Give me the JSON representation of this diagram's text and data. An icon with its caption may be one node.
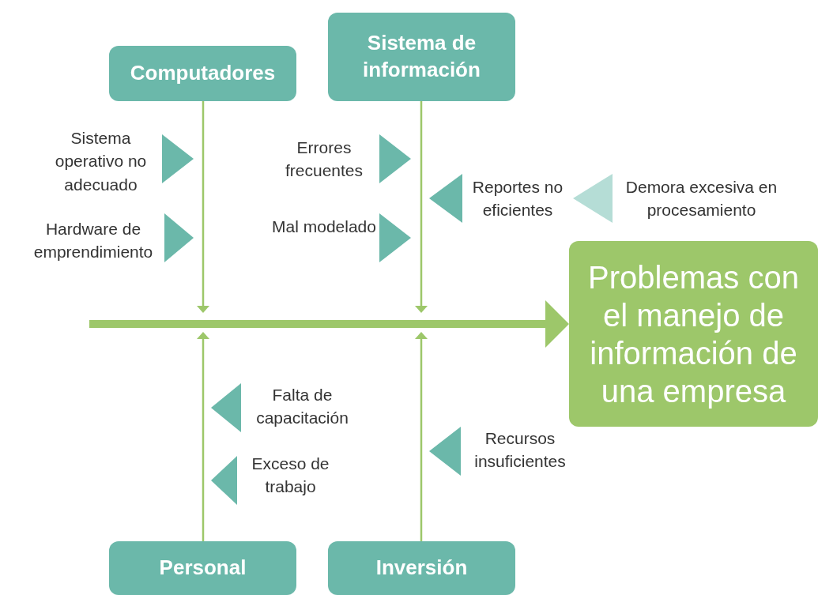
{
  "diagram": {
    "nodes": [
      {
        "text": [
          "Computadores"
        ]
      },
      {
        "text": [
          "Sistema de información"
        ]
      },
      {
        "text": [
          "Personal"
        ]
      },
      {
        "text": [
          "Inversión"
        ]
      },
      {
        "text": [
          "Problemas con el manejo de información de una empresa"
        ]
      },
      {
        "text": [
          "Sistema operativo no adecuado"
        ]
      },
      {
        "text": [
          "Hardware de emprendimiento"
        ]
      },
      {
        "text": [
          "Errores frecuentes"
        ]
      },
      {
        "text": [
          "Mal modelado"
        ]
      },
      {
        "text": [
          "Reportes no eficientes"
        ]
      },
      {
        "text": [
          "Demora excesiva en procesamiento"
        ]
      },
      {
        "text": [
          "Falta de capacitación"
        ]
      },
      {
        "text": [
          "Exceso de trabajo"
        ]
      },
      {
        "text": [
          "Recursos insuficientes"
        ]
      }
    ],
    "edges": [
      {
        "from": null,
        "to": 4,
        "arrow": "to",
        "style": "thick",
        "color": "#9dc76a"
      },
      {
        "from": 0,
        "to": null,
        "arrow": "to",
        "color": "#9dc76a"
      },
      {
        "from": 1,
        "to": null,
        "arrow": "to",
        "color": "#9dc76a"
      },
      {
        "from": 2,
        "to": null,
        "arrow": "to",
        "color": "#9dc76a"
      },
      {
        "from": 3,
        "to": null,
        "arrow": "to",
        "color": "#9dc76a"
      },
      {
        "from": 5,
        "to": null,
        "arrow": "to"
      },
      {
        "from": 6,
        "to": null,
        "arrow": "to"
      },
      {
        "from": 7,
        "to": null,
        "arrow": "to"
      },
      {
        "from": 8,
        "to": null,
        "arrow": "to"
      },
      {
        "from": 9,
        "to": null,
        "arrow": "to"
      },
      {
        "from": 10,
        "to": 9,
        "arrow": "to",
        "color": "#b5ddd6"
      },
      {
        "from": 11,
        "to": null,
        "arrow": "to"
      },
      {
        "from": 12,
        "to": null,
        "arrow": "to"
      },
      {
        "from": 13,
        "to": null,
        "arrow": "to"
      }
    ]
  }
}
